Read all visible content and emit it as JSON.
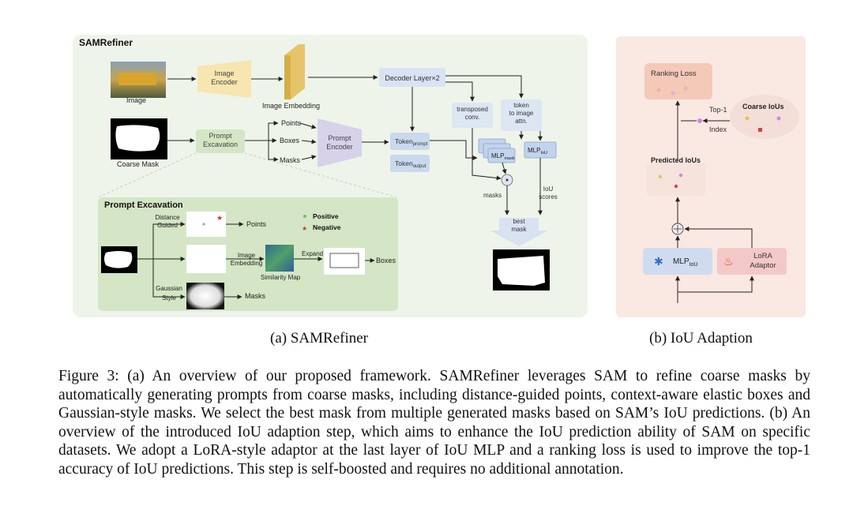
{
  "figure": {
    "panel_a": {
      "title": "SAMRefiner",
      "image_label": "Image",
      "image_encoder": "Image\nEncoder",
      "image_embedding": "Image Embedding",
      "coarse_mask": "Coarse Mask",
      "prompt_excavation_box": "Prompt\nExcavation",
      "points": "Points",
      "boxes": "Boxes",
      "masks": "Masks",
      "prompt_encoder": "Prompt\nEncoder",
      "token_1": "Token",
      "token_1_sub": "prompt",
      "token_2": "Token",
      "token_2_sub": "output",
      "decoder_layer": "Decoder Layer×2",
      "transposed_conv": "transposed\nconv.",
      "token_to_image": "token\nto image\nattn.",
      "mlp_stack": "MLP",
      "mlp_stack_sub": "mask",
      "mlp_iou": "MLP",
      "mlp_iou_sub": "IoU",
      "masks_out": "masks",
      "iou_scores": "IoU\nscores",
      "best_mask": "best\nmask",
      "prompt_excavation_panel": {
        "title": "Prompt  Excavation",
        "distance_guided": "Distance\nGuided",
        "points": "Points",
        "positive": "Positive",
        "negative": "Negative",
        "image_embedding": "Image\nEmbedding",
        "similarity_map": "Similarity Map",
        "expand": "Expand",
        "boxes": "Boxes",
        "gaussian_style": "Gaussian\nStyle",
        "masks": "Masks"
      }
    },
    "panel_b": {
      "ranking_loss": "Ranking Loss",
      "top1": "Top-1",
      "index": "Index",
      "coarse_ious": "Coarse IoUs",
      "predicted_ious": "Predicted IoUs",
      "mlp_iou": "MLP",
      "mlp_iou_sub": "IoU",
      "lora": "LoRA\nAdaptor"
    },
    "colors": {
      "panel_a_bg": "#eef4ea",
      "panel_b_bg": "#fae8e2",
      "excavation_green": "#d4e6c5",
      "encoder_yellow": "#f7e6b0",
      "prompt_encoder_purple": "#d7d2ea",
      "token_blue": "#c9d9ee",
      "lora_red": "#f3c9c7"
    }
  },
  "sublabels": {
    "a": "(a) SAMRefiner",
    "b": "(b) IoU Adaption"
  },
  "caption": "Figure 3: (a) An overview of our proposed framework. SAMRefiner leverages SAM to refine coarse masks by automatically generating prompts from coarse masks, including distance-guided points, context-aware elastic boxes and Gaussian-style masks. We select the best mask from multiple generated masks based on SAM’s IoU predictions. (b) An overview of the introduced IoU adaption step, which aims to enhance the IoU prediction ability of SAM on specific datasets. We adopt a LoRA-style adaptor at the last layer of IoU MLP and a ranking loss is used to improve the top-1 accuracy of IoU predictions. This step is self-boosted and requires no additional annotation."
}
